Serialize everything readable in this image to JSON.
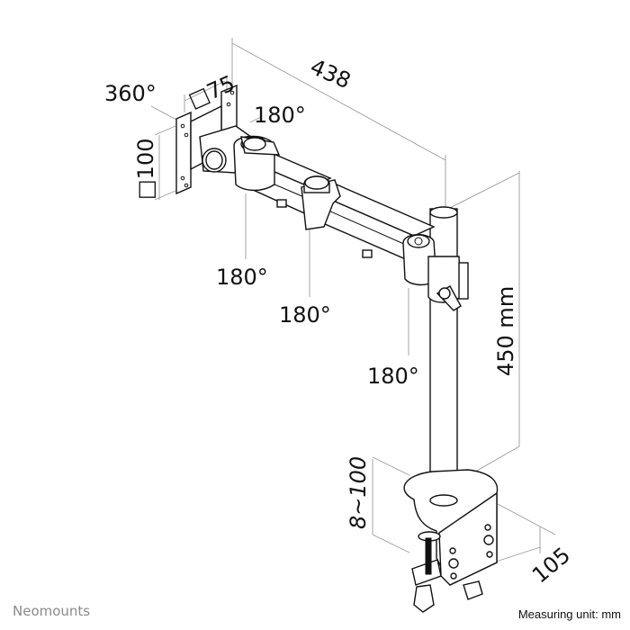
{
  "diagram": {
    "subject": "Single monitor desk mount arm with clamp",
    "dimensions": {
      "arm_reach": "438",
      "vesa_horizontal": "□75",
      "vesa_vertical": "□100",
      "pole_height": "450 mm",
      "desk_thickness": "8~100",
      "clamp_depth": "105"
    },
    "rotations": {
      "vesa_plate": "360°",
      "tilt_head": "180°",
      "joint_1": "180°",
      "joint_2": "180°",
      "pole_joint": "180°"
    }
  },
  "footer": {
    "brand": "Neomounts",
    "unit_note": "Measuring unit: mm"
  },
  "colors": {
    "line": "#111111",
    "dimension_line": "#9a9a9a",
    "brand_text": "#8a8a8a",
    "background": "#ffffff"
  }
}
